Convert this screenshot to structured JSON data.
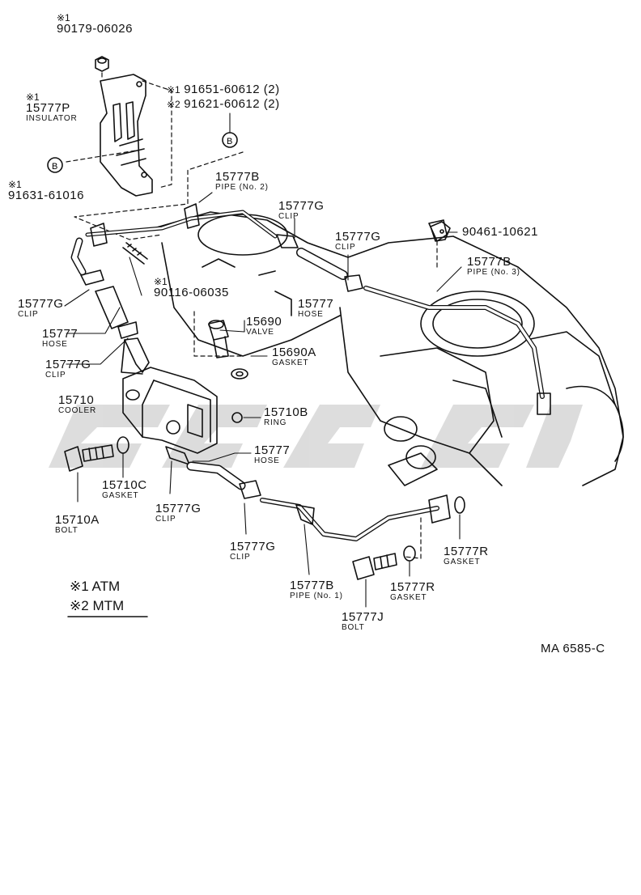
{
  "parts": [
    {
      "id": "p1",
      "mark": "※1",
      "number": "90179-06026",
      "name": ""
    },
    {
      "id": "p2",
      "mark": "※1",
      "number": "91651-60612 (2)",
      "name": ""
    },
    {
      "id": "p3",
      "mark": "※2",
      "number": "91621-60612 (2)",
      "name": ""
    },
    {
      "id": "p4",
      "mark": "※1",
      "number": "15777P",
      "name": "INSULATOR"
    },
    {
      "id": "p5",
      "mark": "※1",
      "number": "91631-61016",
      "name": ""
    },
    {
      "id": "p6",
      "mark": "",
      "number": "15777B",
      "name": "PIPE (No. 2)"
    },
    {
      "id": "p7",
      "mark": "",
      "number": "15777G",
      "name": "CLIP"
    },
    {
      "id": "p8",
      "mark": "",
      "number": "15777G",
      "name": "CLIP"
    },
    {
      "id": "p9",
      "mark": "",
      "number": "90461-10621",
      "name": ""
    },
    {
      "id": "p10",
      "mark": "",
      "number": "15777B",
      "name": "PIPE (No. 3)"
    },
    {
      "id": "p11",
      "mark": "※1",
      "number": "90116-06035",
      "name": ""
    },
    {
      "id": "p12",
      "mark": "",
      "number": "15777",
      "name": "HOSE"
    },
    {
      "id": "p13",
      "mark": "",
      "number": "15777G",
      "name": "CLIP"
    },
    {
      "id": "p14",
      "mark": "",
      "number": "15777",
      "name": "HOSE"
    },
    {
      "id": "p15",
      "mark": "",
      "number": "15690",
      "name": "VALVE"
    },
    {
      "id": "p16",
      "mark": "",
      "number": "15777G",
      "name": "CLIP"
    },
    {
      "id": "p17",
      "mark": "",
      "number": "15690A",
      "name": "GASKET"
    },
    {
      "id": "p18",
      "mark": "",
      "number": "15710",
      "name": "COOLER"
    },
    {
      "id": "p19",
      "mark": "",
      "number": "15710B",
      "name": "RING"
    },
    {
      "id": "p20",
      "mark": "",
      "number": "15777",
      "name": "HOSE"
    },
    {
      "id": "p21",
      "mark": "",
      "number": "15710C",
      "name": "GASKET"
    },
    {
      "id": "p22",
      "mark": "",
      "number": "15710A",
      "name": "BOLT"
    },
    {
      "id": "p23",
      "mark": "",
      "number": "15777G",
      "name": "CLIP"
    },
    {
      "id": "p24",
      "mark": "",
      "number": "15777G",
      "name": "CLIP"
    },
    {
      "id": "p25",
      "mark": "",
      "number": "15777R",
      "name": "GASKET"
    },
    {
      "id": "p26",
      "mark": "",
      "number": "15777B",
      "name": "PIPE (No. 1)"
    },
    {
      "id": "p27",
      "mark": "",
      "number": "15777R",
      "name": "GASKET"
    },
    {
      "id": "p28",
      "mark": "",
      "number": "15777J",
      "name": "BOLT"
    }
  ],
  "callouts": {
    "b": "B"
  },
  "legend": [
    {
      "mark": "※1",
      "text": "ATM"
    },
    {
      "mark": "※2",
      "text": "MTM"
    }
  ],
  "figure_code": "MA  6585-C",
  "colors": {
    "ink": "#111111",
    "watermark": "#d9d9d9"
  }
}
